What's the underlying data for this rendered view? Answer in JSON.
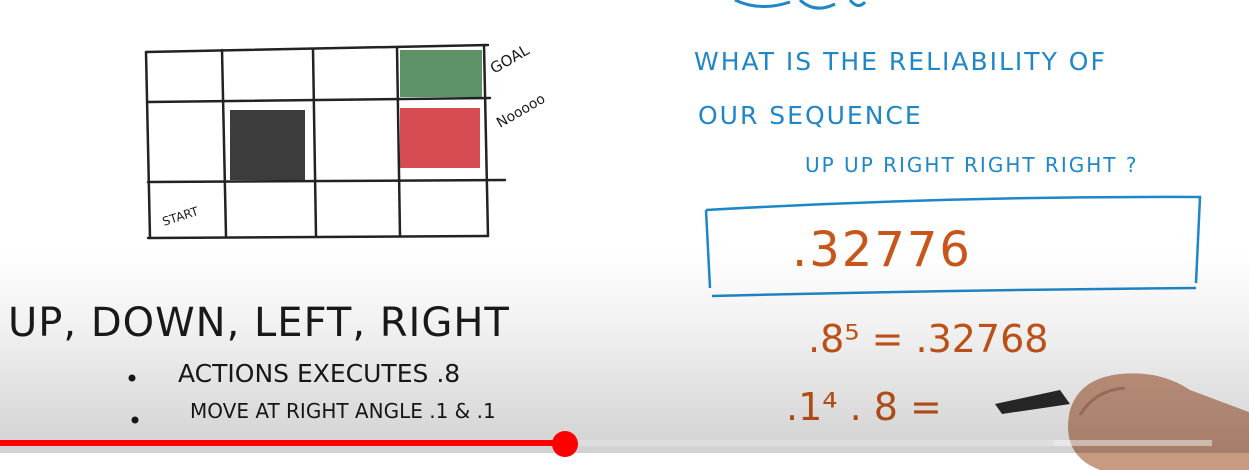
{
  "whiteboard": {
    "grid_labels": {
      "goal": "GOAL",
      "noooo": "Nooooo",
      "start": "START"
    },
    "cell_colors": {
      "goal": "#3f7f4a",
      "pit": "#d02c35",
      "wall": "#1a1a1a"
    },
    "actions_heading": "UP, DOWN, LEFT, RIGHT",
    "bullets": [
      "ACTIONS EXECUTES  .8",
      "MOVE AT RIGHT ANGLE  .1 & .1"
    ],
    "question_lines": [
      "WHAT IS THE RELIABILITY OF",
      "OUR SEQUENCE",
      "UP UP RIGHT RIGHT RIGHT ?"
    ],
    "answer": ".32776",
    "calc_line1": ".8⁵ = .32768",
    "calc_line2": ".1⁴ . 8 =",
    "ink_colors": {
      "blue": "#1f86c8",
      "orange": "#c8561a",
      "black": "#1a1a1a"
    }
  },
  "player": {
    "progress_fraction": 0.466,
    "buffered_fraction": 0.87,
    "played_color": "#ff0000"
  }
}
